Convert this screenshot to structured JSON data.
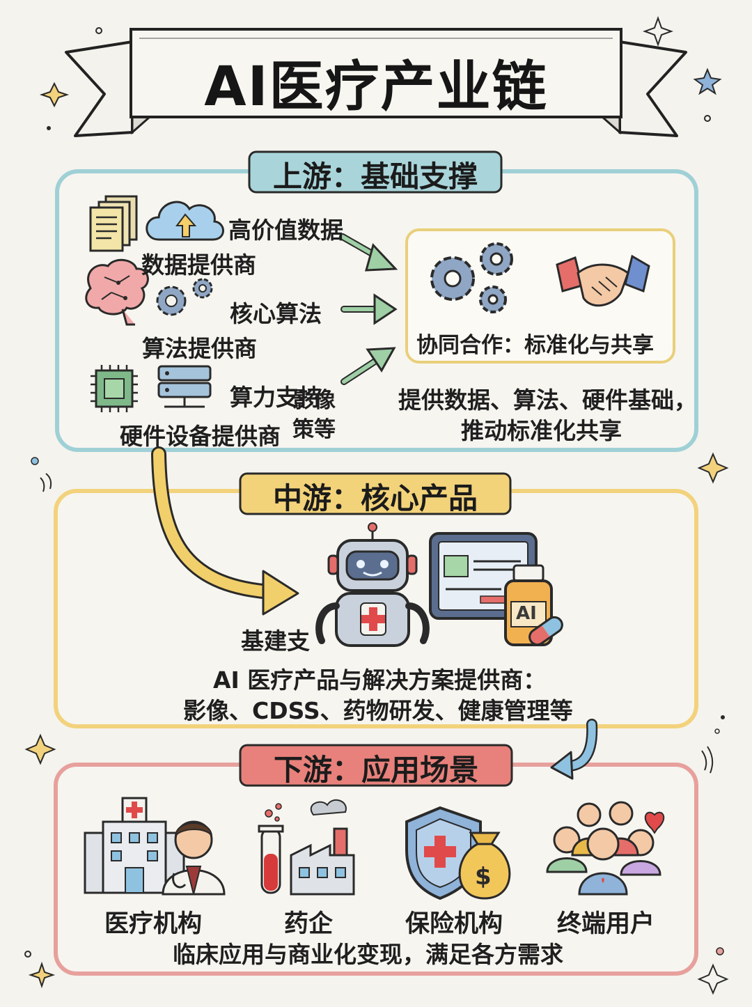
{
  "title": "AI医疗产业链",
  "upstream": {
    "label": "上游：基础支撑",
    "rows": [
      {
        "item": "高价值数据",
        "provider": "数据提供商"
      },
      {
        "item": "核心算法",
        "provider": "算法提供商"
      },
      {
        "item": "算力支持",
        "provider": "硬件设备提供商"
      }
    ],
    "overlap_note": "影像策等",
    "collab_box": "协同合作：标准化与共享",
    "summary_line1": "提供数据、算法、硬件基础，",
    "summary_line2": "推动标准化共享"
  },
  "midstream": {
    "label": "中游：核心产品",
    "arrow_note": "基建支",
    "summary_line1": "AI 医疗产品与解决方案提供商：",
    "summary_line2": "影像、CDSS、药物研发、健康管理等",
    "bottle_label": "AI"
  },
  "downstream": {
    "label": "下游：应用场景",
    "items": [
      {
        "name": "医疗机构"
      },
      {
        "name": "药企"
      },
      {
        "name": "保险机构"
      },
      {
        "name": "终端用户"
      }
    ],
    "summary": "临床应用与商业化变现，满足各方需求"
  },
  "colors": {
    "upstream_accent": "#9fd0d6",
    "midstream_accent": "#f2d27c",
    "downstream_accent": "#e47d7a",
    "arrow_green": "#93c79a",
    "arrow_yellow": "#f1cf6a",
    "arrow_blue": "#8fc2e0"
  }
}
